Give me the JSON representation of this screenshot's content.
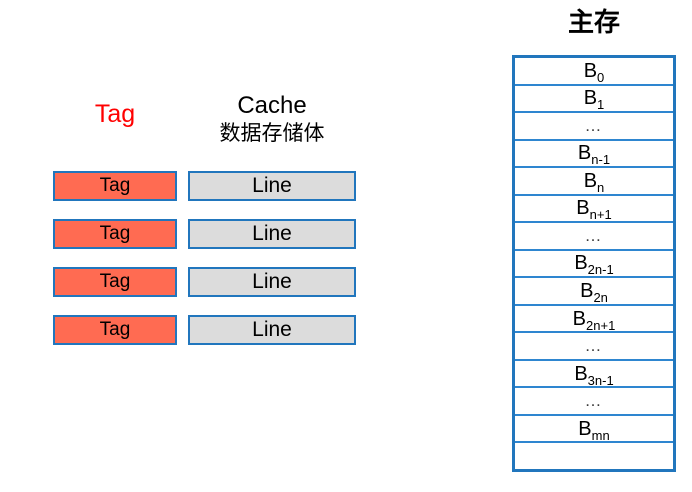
{
  "diagram": {
    "title_semantic": "cache-and-main-memory-mapping-diagram"
  },
  "cache": {
    "tag_header": "Tag",
    "tag_header_color": "#ff0000",
    "data_header_line1": "Cache",
    "data_header_line2": "数据存储体",
    "tag_fill_color": "#ff6b52",
    "line_fill_color": "#dcdcdc",
    "border_color": "#2176bd",
    "rows": [
      {
        "tag": "Tag",
        "line": "Line"
      },
      {
        "tag": "Tag",
        "line": "Line"
      },
      {
        "tag": "Tag",
        "line": "Line"
      },
      {
        "tag": "Tag",
        "line": "Line"
      }
    ]
  },
  "memory": {
    "title": "主存",
    "border_color": "#2176bd",
    "rows": [
      {
        "base": "B",
        "sub": "0",
        "ellipsis": false
      },
      {
        "base": "B",
        "sub": "1",
        "ellipsis": false
      },
      {
        "base": "…",
        "sub": "",
        "ellipsis": true
      },
      {
        "base": "B",
        "sub": "n-1",
        "ellipsis": false
      },
      {
        "base": "B",
        "sub": "n",
        "ellipsis": false
      },
      {
        "base": "B",
        "sub": "n+1",
        "ellipsis": false
      },
      {
        "base": "…",
        "sub": "",
        "ellipsis": true
      },
      {
        "base": "B",
        "sub": "2n-1",
        "ellipsis": false
      },
      {
        "base": "B",
        "sub": "2n",
        "ellipsis": false
      },
      {
        "base": "B",
        "sub": "2n+1",
        "ellipsis": false
      },
      {
        "base": "…",
        "sub": "",
        "ellipsis": true
      },
      {
        "base": "B",
        "sub": "3n-1",
        "ellipsis": false
      },
      {
        "base": "…",
        "sub": "",
        "ellipsis": true
      },
      {
        "base": "B",
        "sub": "mn",
        "ellipsis": false
      },
      {
        "base": "",
        "sub": "",
        "ellipsis": false
      }
    ]
  }
}
